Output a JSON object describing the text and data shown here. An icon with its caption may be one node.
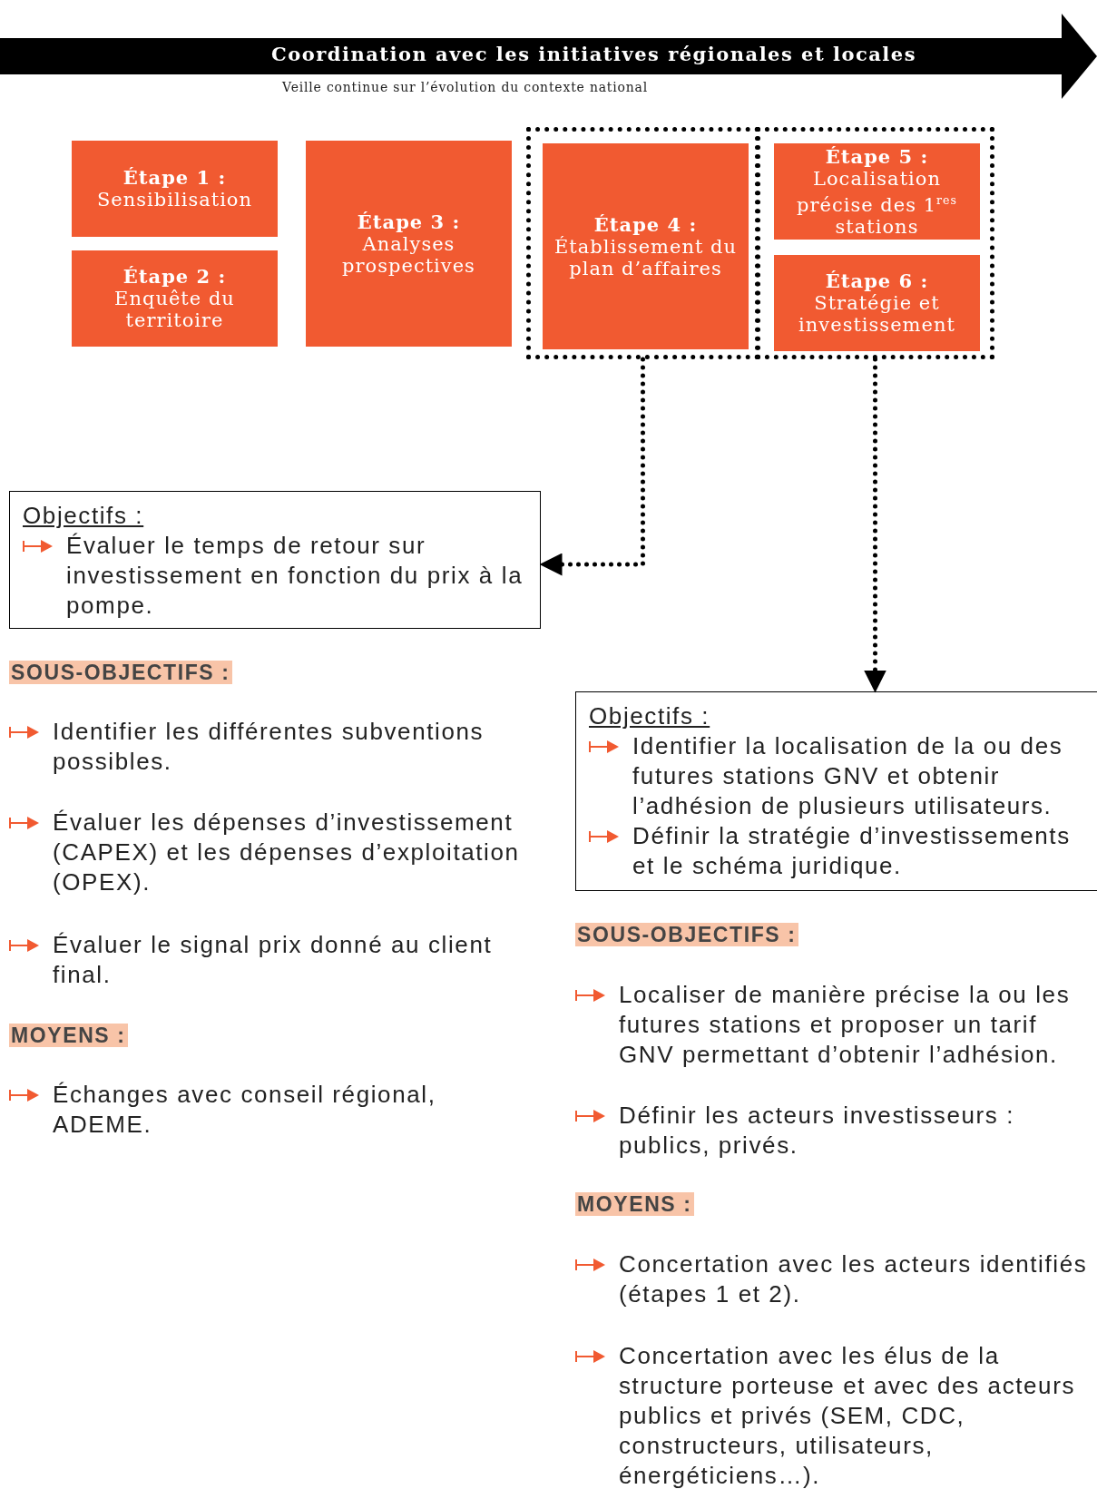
{
  "diagram": {
    "nodes": [
      {
        "text": [
          "Coordination avec les initiatives régionales et locales"
        ],
        "beside": [
          "Veille continue sur l’évolution du contexte national"
        ]
      },
      {
        "text": [
          "Étape 1 :",
          "Sensibilisation"
        ]
      },
      {
        "text": [
          "Étape 2 :",
          "Enquête du territoire"
        ]
      },
      {
        "text": [
          "Étape 3 :",
          "Analyses prospectives"
        ]
      },
      {
        "text": [],
        "shape": "box"
      },
      {
        "text": [
          "Étape 4 :",
          "Établissement du plan d’affaires"
        ],
        "in": 4
      },
      {
        "text": [],
        "shape": "box"
      },
      {
        "text": [
          "Étape 5 :",
          "Localisation précise des 1$^{res}$ stations"
        ],
        "in": 6
      },
      {
        "text": [
          "Étape 6 :",
          "Stratégie et investissement"
        ],
        "in": 6
      },
      {
        "text": [
          "Objectifs :",
          "Évaluer le temps de retour sur investissement en fonction du prix à la pompe."
        ]
      },
      {
        "text": [
          "Objectifs :",
          "Identifier la localisation de la ou des futures stations GNV et obtenir l’adhésion de plusieurs utilisateurs.",
          "Définir la stratégie d’investissements et le schéma juridique."
        ]
      }
    ],
    "edges": [
      {
        "from": 4,
        "to": 9,
        "arrow": "to",
        "style": "dashed"
      },
      {
        "from": 6,
        "to": 10,
        "arrow": "to",
        "style": "dashed"
      }
    ],
    "labels": [
      "SOUS-OBJECTIFS :",
      "Identifier les différentes subventions possibles.",
      "Évaluer les dépenses d’investissement (CAPEX) et les dépenses d’exploitation (OPEX).",
      "Évaluer le signal prix donné au client final.",
      "MOYENS :",
      "Échanges avec conseil régional, ADEME.",
      "SOUS-OBJECTIFS :",
      "Localiser de manière précise la ou les futures stations et proposer un tarif GNV permettant d’obtenir l’adhésion.",
      "Définir les acteurs investisseurs : publics, privés.",
      "MOYENS :",
      "Concertation avec les acteurs identifiés (étapes 1 et 2).",
      "Concertation avec les élus de la structure porteuse et avec des acteurs publics et privés (SEM, CDC, constructeurs, utilisateurs, énergéticiens…)."
    ]
  }
}
